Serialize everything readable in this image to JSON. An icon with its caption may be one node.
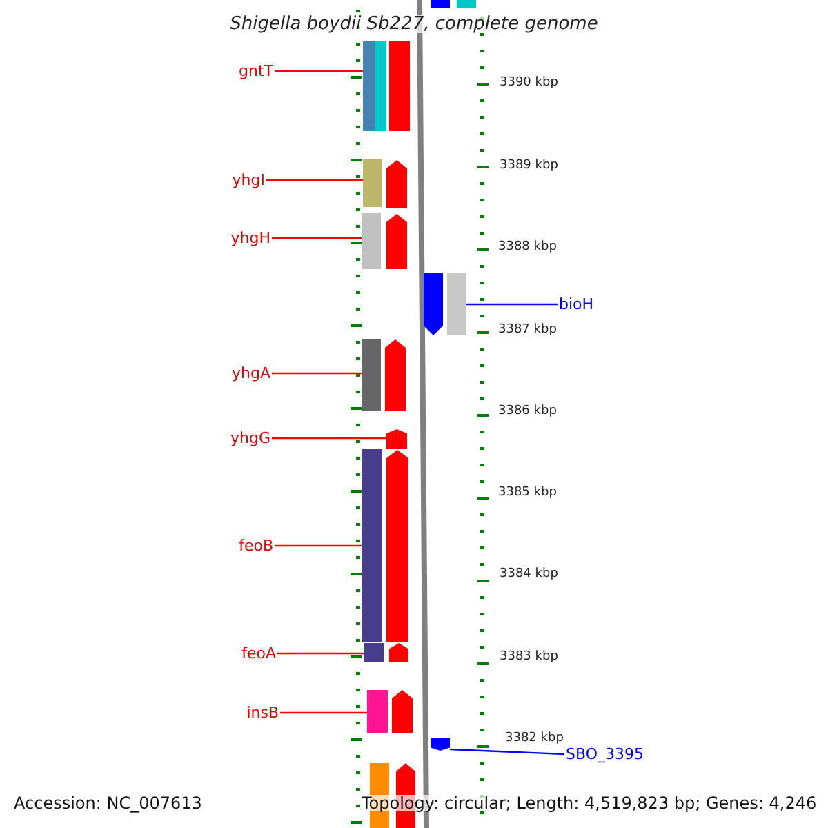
{
  "diagram": {
    "title": "Shigella boydii Sb227, complete genome",
    "nodes": [
      {
        "text": [
          "gntT"
        ]
      },
      {
        "text": [],
        "shape": "bar"
      },
      {
        "text": [
          "yhgI"
        ]
      },
      {
        "text": [],
        "shape": "bar"
      },
      {
        "text": [
          "yhgH"
        ]
      },
      {
        "text": [],
        "shape": "bar"
      },
      {
        "text": [
          "bioH"
        ]
      },
      {
        "text": [],
        "shape": "bar"
      },
      {
        "text": [
          "yhgA"
        ]
      },
      {
        "text": [],
        "shape": "bar"
      },
      {
        "text": [
          "yhgG"
        ]
      },
      {
        "text": [],
        "shape": "bar"
      },
      {
        "text": [
          "feoB"
        ]
      },
      {
        "text": [],
        "shape": "bar"
      },
      {
        "text": [
          "feoA"
        ]
      },
      {
        "text": [],
        "shape": "bar"
      },
      {
        "text": [
          "insB"
        ]
      },
      {
        "text": [],
        "shape": "bar"
      },
      {
        "text": [
          "SBO_3395"
        ]
      },
      {
        "text": [],
        "shape": "bar"
      }
    ],
    "edges": [
      {
        "from": 0,
        "to": 1,
        "arrow": "none"
      },
      {
        "from": 2,
        "to": 3,
        "arrow": "none"
      },
      {
        "from": 4,
        "to": 5,
        "arrow": "none"
      },
      {
        "from": 6,
        "to": 7,
        "arrow": "none",
        "color": "#0000ff"
      },
      {
        "from": 8,
        "to": 9,
        "arrow": "none"
      },
      {
        "from": 10,
        "to": 11,
        "arrow": "none"
      },
      {
        "from": 12,
        "to": 13,
        "arrow": "none"
      },
      {
        "from": 14,
        "to": 15,
        "arrow": "none"
      },
      {
        "from": 16,
        "to": 17,
        "arrow": "none"
      },
      {
        "from": 18,
        "to": 19,
        "arrow": "none",
        "color": "#0000ff"
      }
    ],
    "labels": [
      "3390 kbp",
      "3389 kbp",
      "3388 kbp",
      "3387 kbp",
      "3386 kbp",
      "3385 kbp",
      "3384 kbp",
      "3383 kbp",
      "3382 kbp",
      "Accession: NC_007613",
      "Topology: circular; Length: 4,519,823 bp; Genes: 4,246"
    ]
  }
}
